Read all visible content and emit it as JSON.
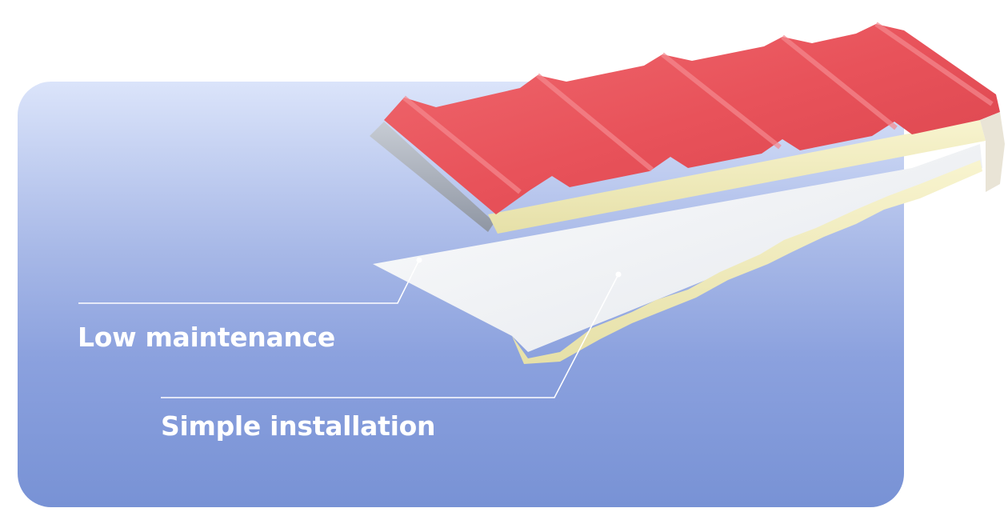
{
  "features": [
    {
      "label": "Low maintenance"
    },
    {
      "label": "Simple installation"
    }
  ],
  "colors": {
    "card_top": "#dbe4fa",
    "card_bottom": "#7892d5",
    "panel_red": "#e8525a",
    "foam": "#f4f0c0",
    "lower_sheet": "#f3f5f8",
    "label_text": "#ffffff",
    "callout_line": "#ffffff"
  },
  "icons": {
    "product": "sandwich-roof-panel-illustration"
  }
}
